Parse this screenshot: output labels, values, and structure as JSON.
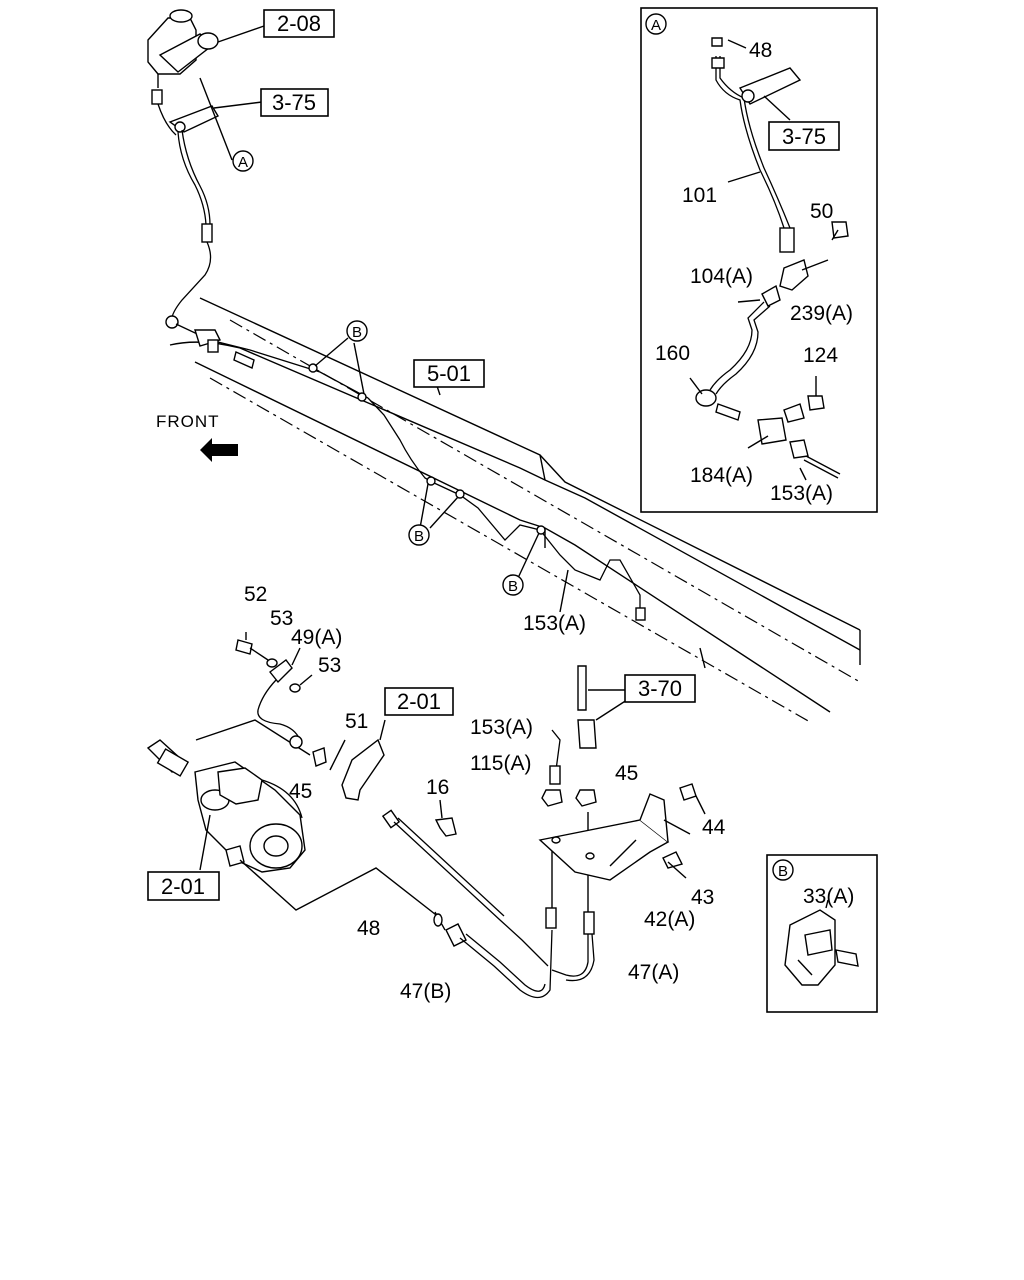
{
  "front_label": "FRONT",
  "refs": {
    "r208": "2-08",
    "r375_main": "3-75",
    "r501": "5-01",
    "r201_upper": "2-01",
    "r370": "3-70",
    "r201_lower": "2-01",
    "r375_inset": "3-75"
  },
  "circles": {
    "A_main": "A",
    "B1": "B",
    "B2": "B",
    "B3": "B",
    "A_inset": "A",
    "B_inset": "B"
  },
  "labels": {
    "p153a_main": "153(A)",
    "p52": "52",
    "p53a": "53",
    "p49a": "49(A)",
    "p53b": "53",
    "p51": "51",
    "p45a": "45",
    "p16": "16",
    "p153a_lower": "153(A)",
    "p115a": "115(A)",
    "p45b": "45",
    "p44": "44",
    "p43": "43",
    "p42a": "42(A)",
    "p48_main": "48",
    "p47b": "47(B)",
    "p47a": "47(A)",
    "i48": "48",
    "i101": "101",
    "i50": "50",
    "i104a": "104(A)",
    "i239a": "239(A)",
    "i160": "160",
    "i124": "124",
    "i184a": "184(A)",
    "i153a": "153(A)",
    "i33a": "33(A)"
  }
}
